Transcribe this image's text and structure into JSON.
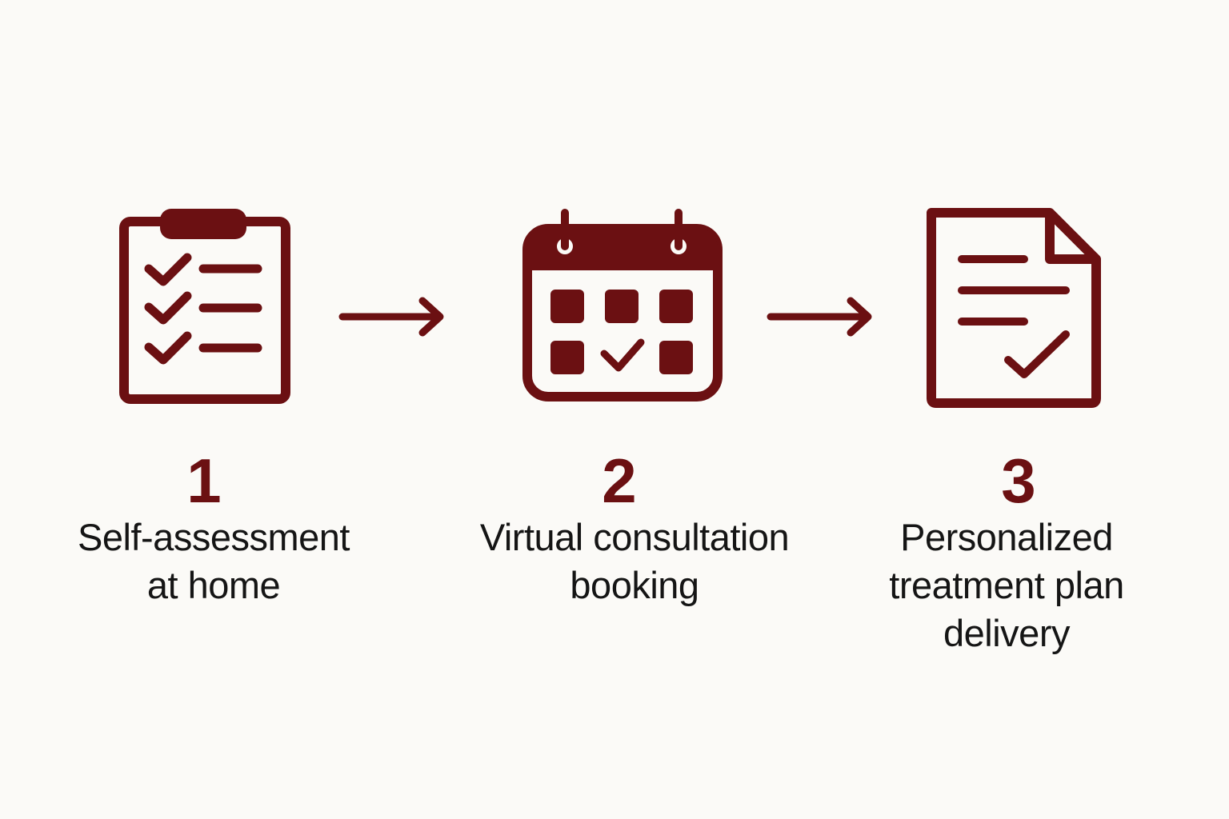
{
  "theme": {
    "accent": "#6b1012",
    "text": "#151515",
    "background": "#fbfaf7"
  },
  "steps": [
    {
      "number": "1",
      "label": "Self-assessment\nat home",
      "icon": "clipboard-checklist-icon"
    },
    {
      "number": "2",
      "label": "Virtual consultation\nbooking",
      "icon": "calendar-check-icon"
    },
    {
      "number": "3",
      "label": "Personalized\ntreatment plan\ndelivery",
      "icon": "document-check-icon"
    }
  ],
  "connectors": [
    {
      "icon": "arrow-right-icon"
    },
    {
      "icon": "arrow-right-icon"
    }
  ]
}
